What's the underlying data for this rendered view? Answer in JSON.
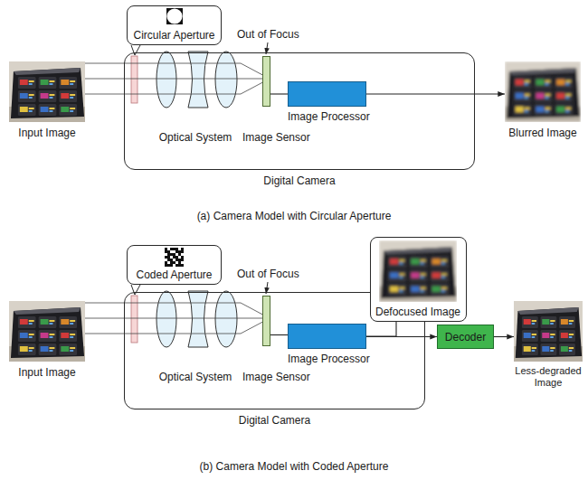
{
  "diagram": {
    "nodes": [
      {
        "text": [
          "Input Image"
        ]
      },
      {
        "text": [
          "Digital Camera"
        ]
      },
      {
        "text": [
          "Circular Aperture"
        ]
      },
      {
        "text": [
          "Optical System"
        ],
        "in": 1
      },
      {
        "text": [
          "Image Sensor"
        ],
        "in": 1
      },
      {
        "text": [
          "Image Processor"
        ],
        "in": 1
      },
      {
        "text": [
          "Blurred Image"
        ]
      },
      {
        "text": [
          "Input Image"
        ]
      },
      {
        "text": [
          "Digital Camera"
        ]
      },
      {
        "text": [
          "Coded Aperture"
        ]
      },
      {
        "text": [
          "Optical System"
        ],
        "in": 8
      },
      {
        "text": [
          "Image Sensor"
        ],
        "in": 8
      },
      {
        "text": [
          "Image Processor"
        ],
        "in": 8
      },
      {
        "text": [
          "Defocused Image"
        ]
      },
      {
        "text": [
          "Decoder"
        ]
      },
      {
        "text": [
          "Less-degraded Image"
        ]
      }
    ],
    "edges": [
      {
        "from": 0,
        "to": 3,
        "arrow": "none"
      },
      {
        "from": 3,
        "to": 4,
        "arrow": "none"
      },
      {
        "from": 4,
        "to": 5,
        "arrow": "none"
      },
      {
        "from": 5,
        "to": 6,
        "arrow": "to"
      },
      {
        "from": 7,
        "to": 10,
        "arrow": "none"
      },
      {
        "from": 10,
        "to": 11,
        "arrow": "none"
      },
      {
        "from": 11,
        "to": 12,
        "arrow": "none"
      },
      {
        "from": 12,
        "to": 13,
        "arrow": "none"
      },
      {
        "from": 12,
        "to": 14,
        "arrow": "to"
      },
      {
        "from": 14,
        "to": 15,
        "arrow": "to"
      }
    ],
    "labels": [
      "Out of Focus",
      "(a) Camera Model with Circular Aperture",
      "Out of Focus",
      "(b) Camera Model with Coded Aperture"
    ]
  }
}
